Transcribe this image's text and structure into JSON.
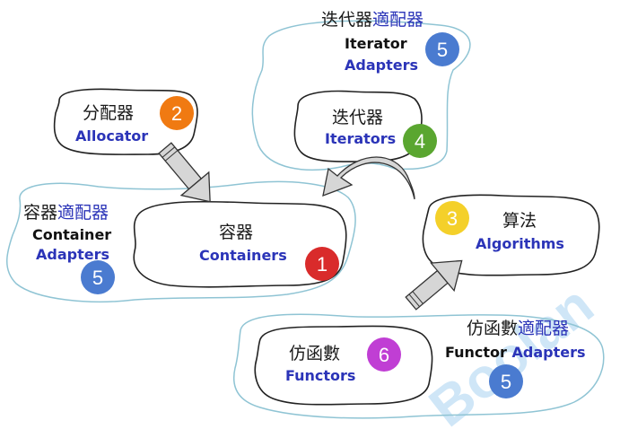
{
  "colors": {
    "outer_outline": "#8fc4d4",
    "inner_outline": "#222222",
    "english_blue": "#2b34b8",
    "arrow_fill": "#d6d6d6",
    "badge_red": "#d92b2b",
    "badge_orange": "#f07a12",
    "badge_yellow": "#f4d02a",
    "badge_green": "#5aa630",
    "badge_blue": "#4a7bd0",
    "badge_purple": "#c03ed4"
  },
  "groups": {
    "iterator_adapters": {
      "cjk_a": "迭代器",
      "cjk_b": "適配器",
      "en_line1": "Iterator",
      "en_line2": "Adapters",
      "badge": "5"
    },
    "allocator": {
      "cjk": "分配器",
      "en": "Allocator",
      "badge": "2"
    },
    "iterators": {
      "cjk": "迭代器",
      "en": "Iterators",
      "badge": "4"
    },
    "container_adapters": {
      "cjk_a": "容器",
      "cjk_b": "適配器",
      "en_line1": "Container",
      "en_line2": "Adapters",
      "badge": "5"
    },
    "containers": {
      "cjk": "容器",
      "en": "Containers",
      "badge": "1"
    },
    "algorithms": {
      "cjk": "算法",
      "en": "Algorithms",
      "badge": "3"
    },
    "functor_adapters": {
      "cjk_a": "仿函數",
      "cjk_b": "適配器",
      "en_a": "Functor",
      "en_b": "Adapters",
      "badge": "5"
    },
    "functors": {
      "cjk": "仿函數",
      "en": "Functors",
      "badge": "6"
    }
  },
  "watermark": "Boolan"
}
